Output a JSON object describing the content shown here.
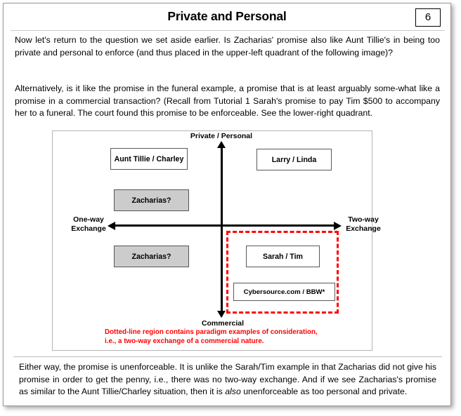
{
  "header": {
    "title": "Private and Personal",
    "page_number": "6"
  },
  "body": {
    "paragraph_1": "Now let's return to the question we set aside earlier. Is Zacharias' promise also like Aunt Tillie's in being too private and personal to enforce (and thus placed in the upper-left quadrant of the following image)?",
    "paragraph_2": "Alternatively, is it like the promise in the funeral example, a promise that is at least arguably some-what like a promise in a commercial transaction? (Recall from Tutorial 1 Sarah's promise to pay Tim $500 to accompany her to a funeral. The court found this promise to be enforceable. See the lower-right quadrant.",
    "paragraph_3_part1": "Either way, the promise is unenforceable. It is unlike the Sarah/Tim example in that Zacharias did not give his promise in order to get the penny, i.e., there was no two-way exchange. And if we see Zacharias's promise as similar to the Aunt Tillie/Charley situation, then it is ",
    "paragraph_3_italic": "also",
    "paragraph_3_part2": " unenforceable as too personal and private."
  },
  "diagram": {
    "axis_labels": {
      "top": "Private / Personal",
      "bottom": "Commercial",
      "left": "One-way\nExchange",
      "left_line1": "One-way",
      "left_line2": "Exchange",
      "right_line1": "Two-way",
      "right_line2": "Exchange"
    },
    "boxes": [
      {
        "id": "aunt-tillie-charley",
        "label": "Aunt Tillie / Charley",
        "quadrant": "upper-left",
        "fill": "#ffffff"
      },
      {
        "id": "larry-linda",
        "label": "Larry / Linda",
        "quadrant": "upper-right",
        "fill": "#ffffff"
      },
      {
        "id": "zacharias-upper",
        "label": "Zacharias?",
        "quadrant": "upper-left",
        "fill": "#cccccc"
      },
      {
        "id": "zacharias-lower",
        "label": "Zacharias?",
        "quadrant": "lower-left",
        "fill": "#cccccc"
      },
      {
        "id": "sarah-tim",
        "label": "Sarah / Tim",
        "quadrant": "lower-right",
        "fill": "#ffffff"
      },
      {
        "id": "cybersource-bbw",
        "label": "Cybersource.com / BBW*",
        "quadrant": "lower-right",
        "fill": "#ffffff"
      }
    ],
    "dashed_region": {
      "color": "#ff0000",
      "style": "dashed",
      "quadrant": "lower-right"
    },
    "caption": "Dotted-line region contains paradigm examples of consideration, i.e., a two-way exchange of a commercial nature."
  },
  "colors": {
    "caption_red": "#ff0000",
    "box_gray_fill": "#cccccc",
    "text_black": "#000000",
    "frame_border": "#b4b4b4"
  }
}
